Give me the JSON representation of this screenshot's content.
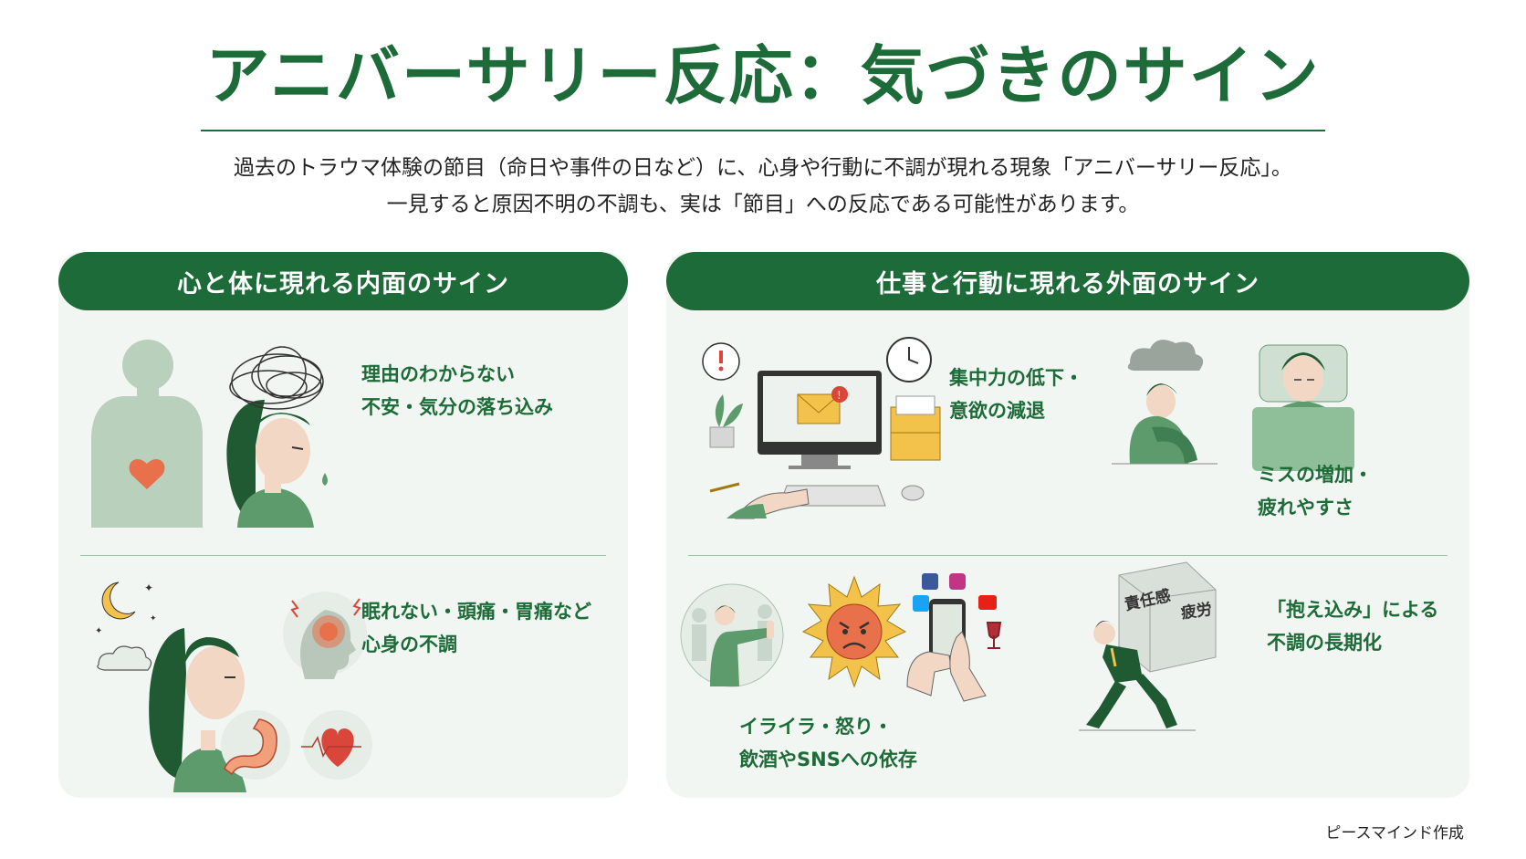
{
  "title": "アニバーサリー反応：気づきのサイン",
  "intro": {
    "line1": "過去のトラウマ体験の節目（命日や事件の日など）に、心身や行動に不調が現れる現象「アニバーサリー反応」。",
    "line2": "一見すると原因不明の不調も、実は「節目」への反応である可能性があります。"
  },
  "left_panel": {
    "heading": "心と体に現れる内面のサイン",
    "sign1": {
      "line1": "理由のわからない",
      "line2": "不安・気分の落ち込み"
    },
    "sign2": {
      "line1": "眠れない・頭痛・胃痛など",
      "line2": "心身の不調"
    }
  },
  "right_panel": {
    "heading": "仕事と行動に現れる外面のサイン",
    "sign1": {
      "line1": "集中力の低下・",
      "line2": "意欲の減退"
    },
    "sign2": {
      "line1": "ミスの増加・",
      "line2": "疲れやすさ"
    },
    "sign3": {
      "line1": "イライラ・怒り・",
      "line2": "飲酒やSNSへの依存"
    },
    "sign4": {
      "line1": "「抱え込み」による",
      "line2": "不調の長期化"
    },
    "burden_labels": {
      "left": "責任感",
      "right": "疲労"
    }
  },
  "credit": "ピースマインド作成",
  "colors": {
    "primary_green": "#1d6b38",
    "panel_bg": "#f2f6f2",
    "figure_green": "#5d9b6c",
    "accent_orange": "#e8704a"
  }
}
